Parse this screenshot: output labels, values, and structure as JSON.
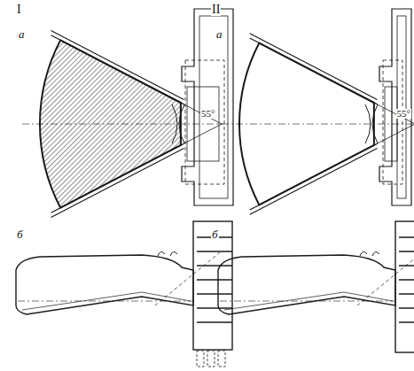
{
  "diagram": {
    "labels": [
      "I",
      "II",
      "а",
      "а",
      "55°",
      "55°",
      "б",
      "б"
    ]
  }
}
